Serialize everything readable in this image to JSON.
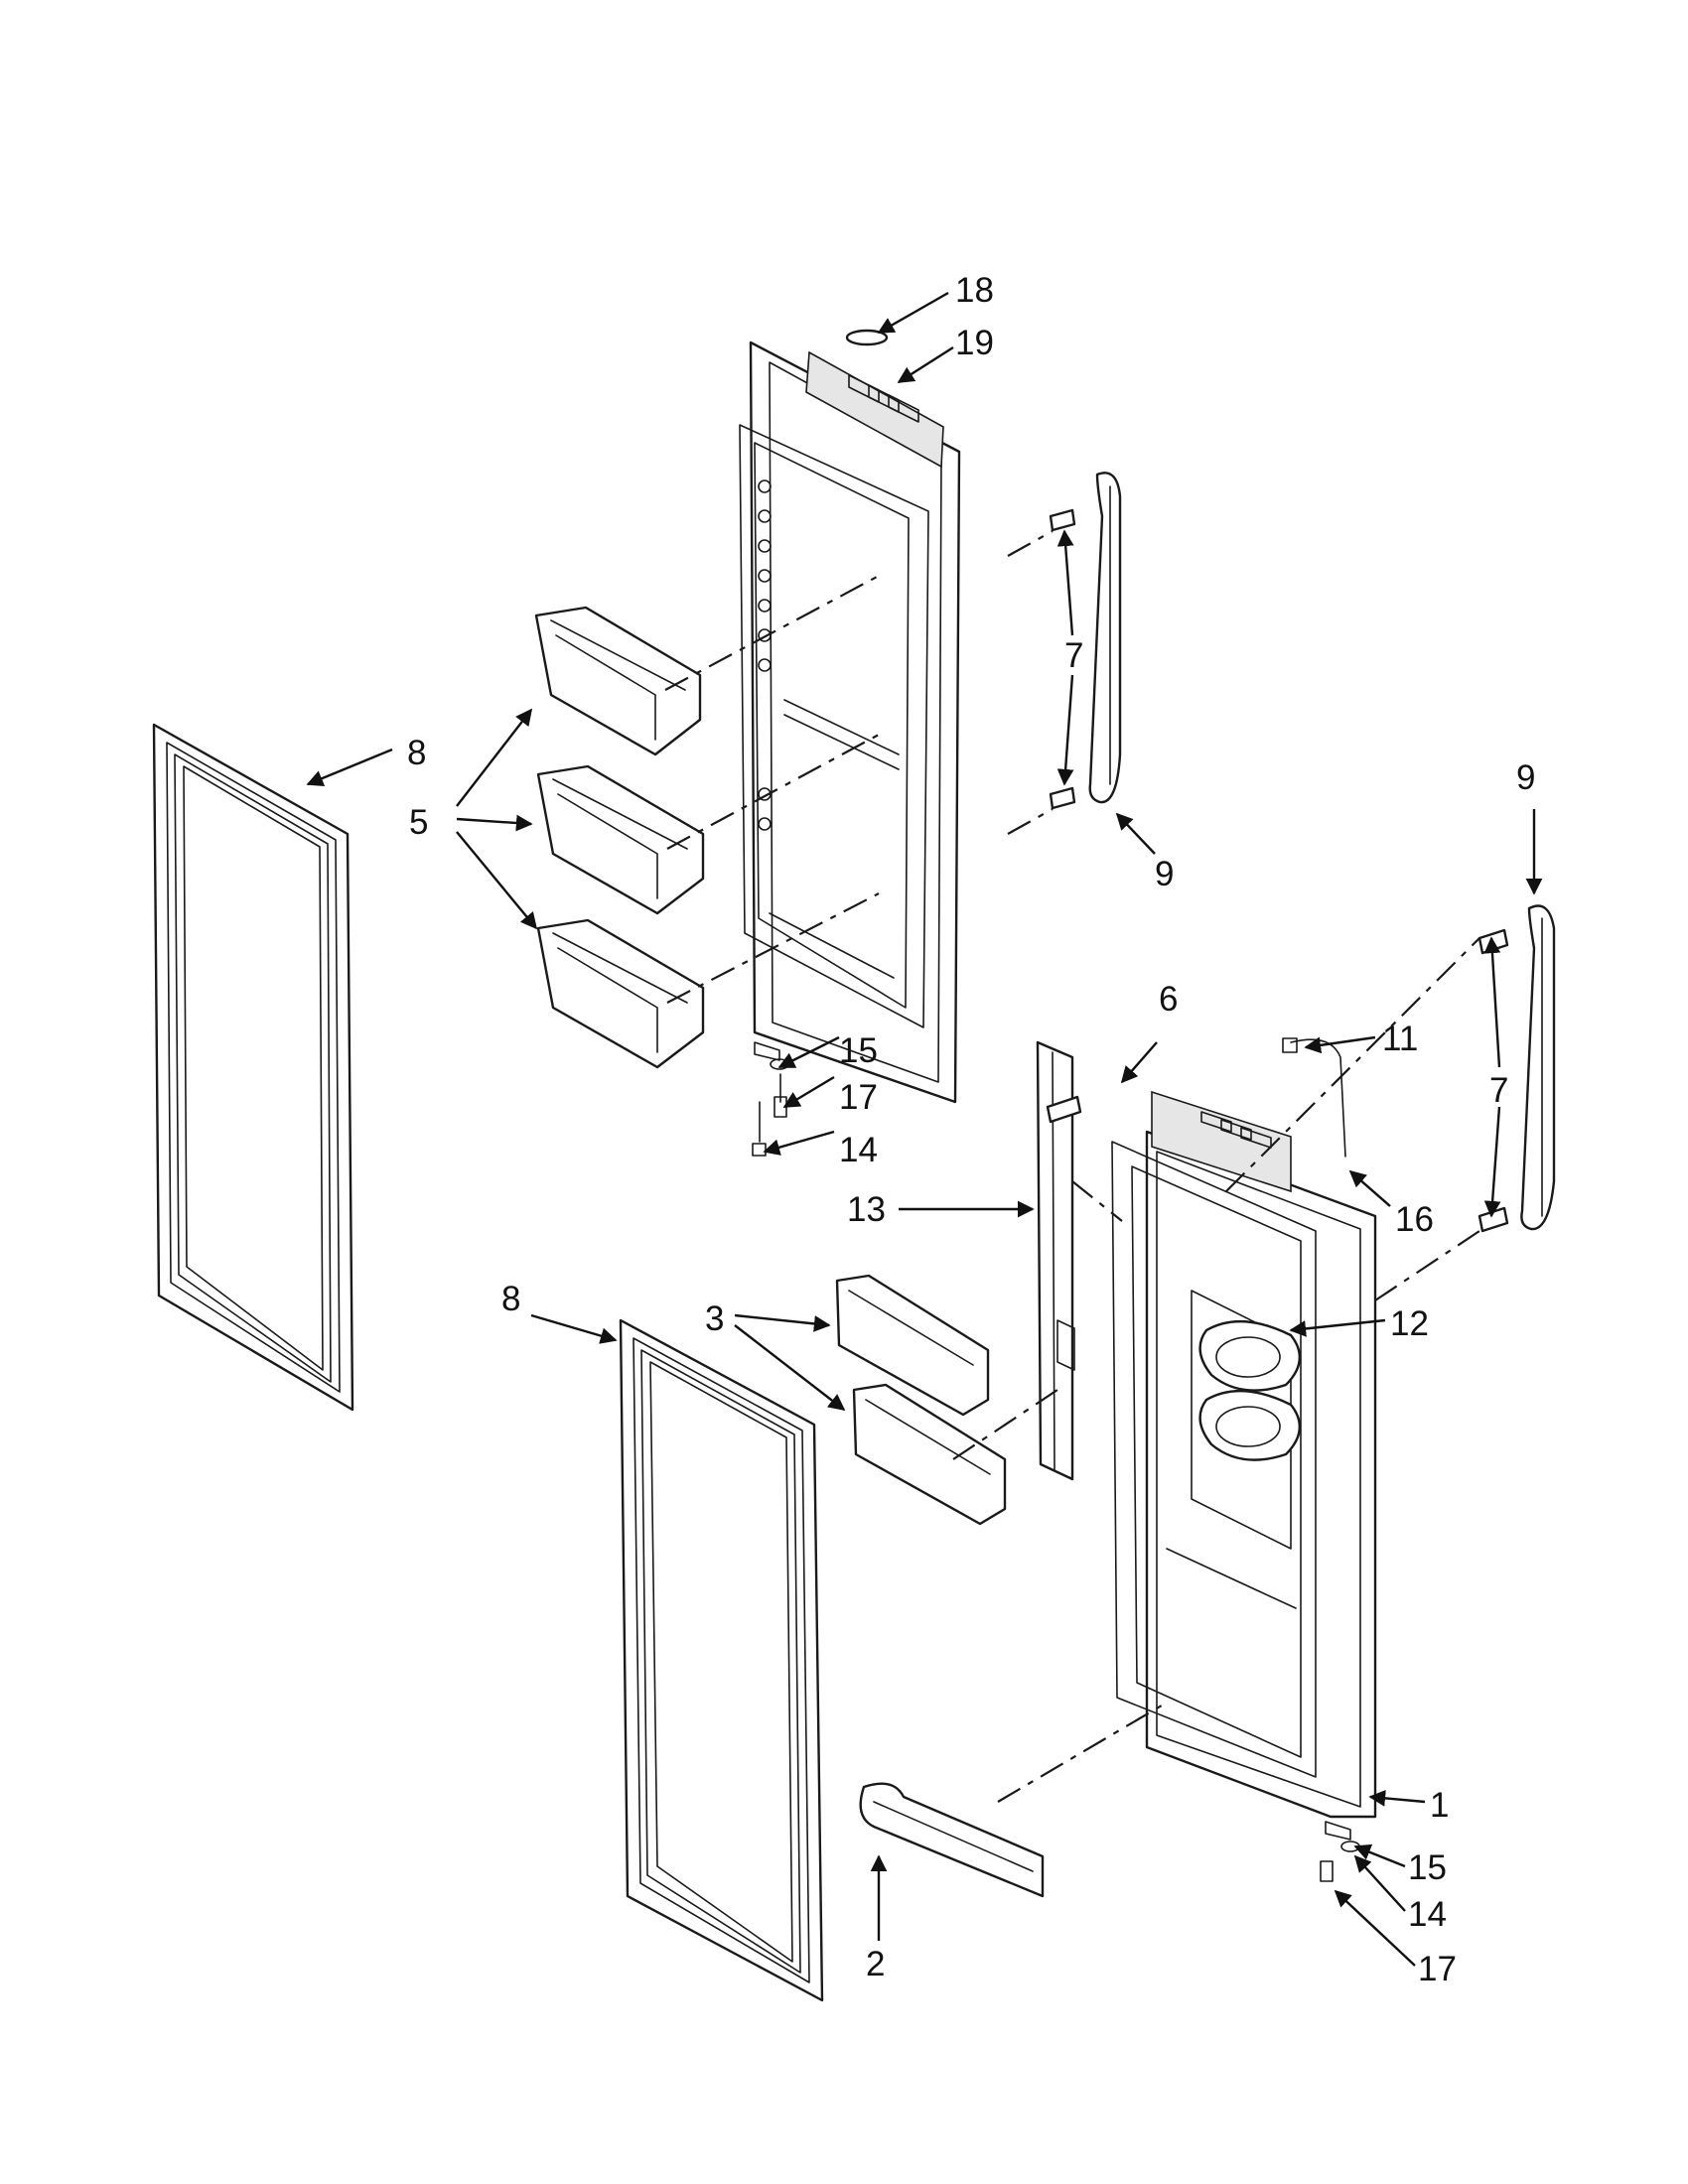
{
  "diagram": {
    "callouts": [
      "18",
      "19",
      "8",
      "5",
      "7",
      "9",
      "9",
      "7",
      "6",
      "11",
      "15",
      "17",
      "14",
      "13",
      "16",
      "8",
      "3",
      "12",
      "1",
      "15",
      "14",
      "17",
      "2"
    ]
  }
}
